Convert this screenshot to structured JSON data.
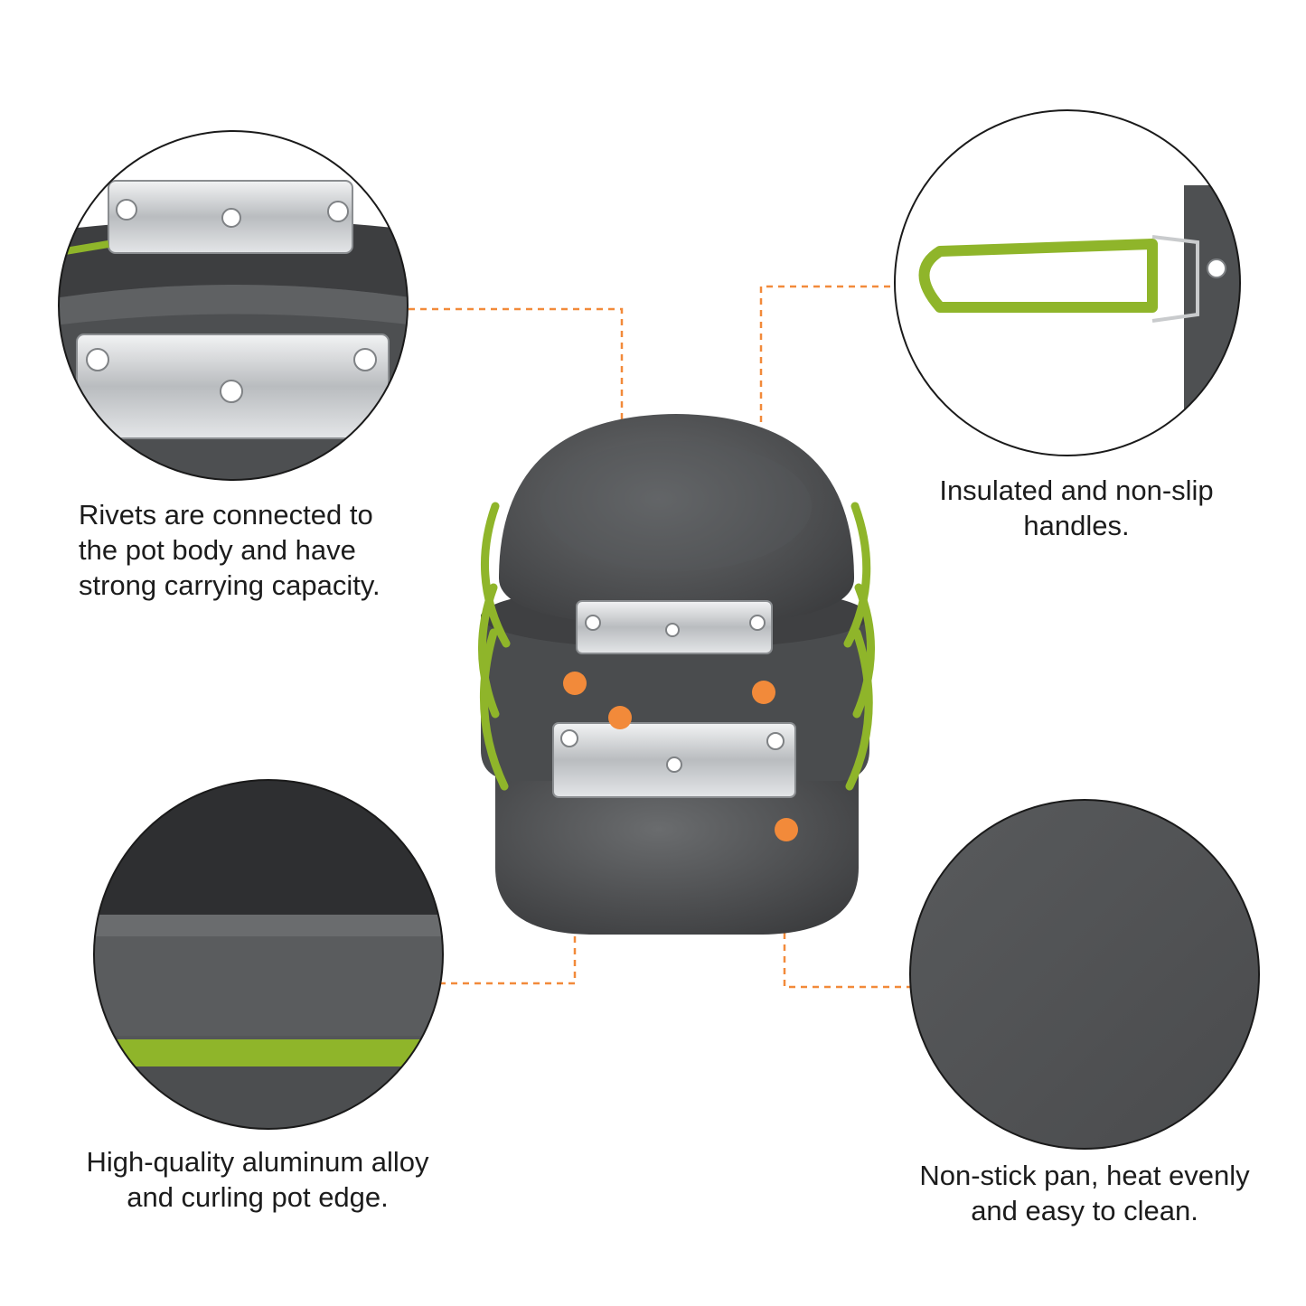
{
  "colors": {
    "background": "#ffffff",
    "pot_gray": "#4e5052",
    "handle_green": "#8fb52a",
    "callout_orange": "#f28a3a",
    "steel": "#c9cbcd"
  },
  "features": [
    {
      "id": "rivets",
      "lines": [
        "Rivets are connected to",
        "the pot body and have",
        "strong carrying capacity."
      ]
    },
    {
      "id": "handles",
      "lines": [
        "Insulated and non-slip",
        "handles."
      ]
    },
    {
      "id": "alloy",
      "lines": [
        "High-quality aluminum alloy",
        "and curling pot edge."
      ]
    },
    {
      "id": "nonstick",
      "lines": [
        "Non-stick pan, heat evenly",
        "and easy to clean."
      ]
    }
  ]
}
